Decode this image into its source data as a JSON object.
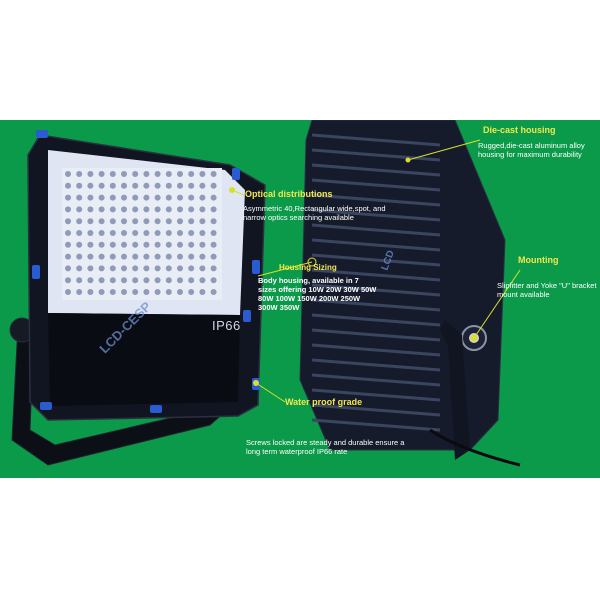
{
  "product_label": "IP66",
  "watermark": "LCD-CESP",
  "watermark_short": "LCD",
  "callouts": {
    "die_cast": {
      "title": "Die-cast housing",
      "text": "Rugged,die-cast aluminum alloy housing for maximum durability"
    },
    "optical": {
      "title": "Optical distributions",
      "text": "Asymmetric 40,Rectangular wide,spot, and narrow optics searching available"
    },
    "housing_sizing": {
      "title": "Housing Sizing",
      "text": "Body housing, available in 7 sizes offering 10W 20W 30W 50W 80W 100W 150W 200W 250W 300W 350W"
    },
    "mounting": {
      "title": "Mounting",
      "text": "Slipfitter and Yoke \"U\" bracket mount available"
    },
    "waterproof": {
      "title": "Water proof grade",
      "text": "Screws locked are steady and durable ensure a long term waterproof IP66 rate"
    }
  },
  "colors": {
    "background": "#0b9a4a",
    "callout_title": "#f3e84a",
    "callout_text": "#ffffff",
    "leader_line": "#d8e02a",
    "housing": "#15192a",
    "accent_clip": "#2a5bd0"
  }
}
